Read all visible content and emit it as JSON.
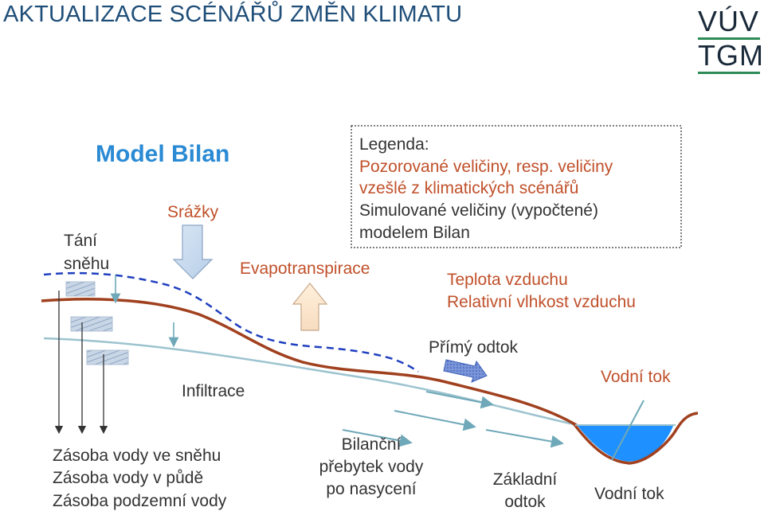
{
  "title": "AKTUALIZACE SCÉNÁŘŮ ZMĚN KLIMATU",
  "logo": {
    "line1": "VÚV",
    "line2": "TGM"
  },
  "diagram": {
    "heading": "Model Bilan",
    "legend": {
      "title": "Legenda:",
      "observed_line1": "Pozorované veličiny, resp. veličiny",
      "observed_line2": "vzešlé z klimatických scénářů",
      "simulated_line1": "Simulované veličiny (vypočtené)",
      "simulated_line2": "modelem Bilan"
    },
    "labels": {
      "snow_melt_1": "Tání",
      "snow_melt_2": "sněhu",
      "precipitation": "Srážky",
      "evapotranspiration": "Evapotranspirace",
      "temperature": "Teplota vzduchu",
      "humidity": "Relativní vlhkost vzduchu",
      "direct_runoff": "Přímý odtok",
      "stream_top": "Vodní tok",
      "infiltration": "Infiltrace",
      "storage_snow": "Zásoba vody ve sněhu",
      "storage_soil": "Zásoba vody v půdě",
      "storage_ground": "Zásoba podzemní vody",
      "surplus_1": "Bilanční",
      "surplus_2": "přebytek vody",
      "surplus_3": "po nasycení",
      "baseflow_1": "Základní",
      "baseflow_2": "odtok",
      "stream_bottom": "Vodní tok"
    },
    "colors": {
      "observed": "#c0502a",
      "simulated": "#333333",
      "heading": "#2a8ad4",
      "terrain": "#a0401e",
      "snowline": "#1f3fbf",
      "water": "#1e90ff",
      "groundwater": "#9cc3cf"
    }
  }
}
